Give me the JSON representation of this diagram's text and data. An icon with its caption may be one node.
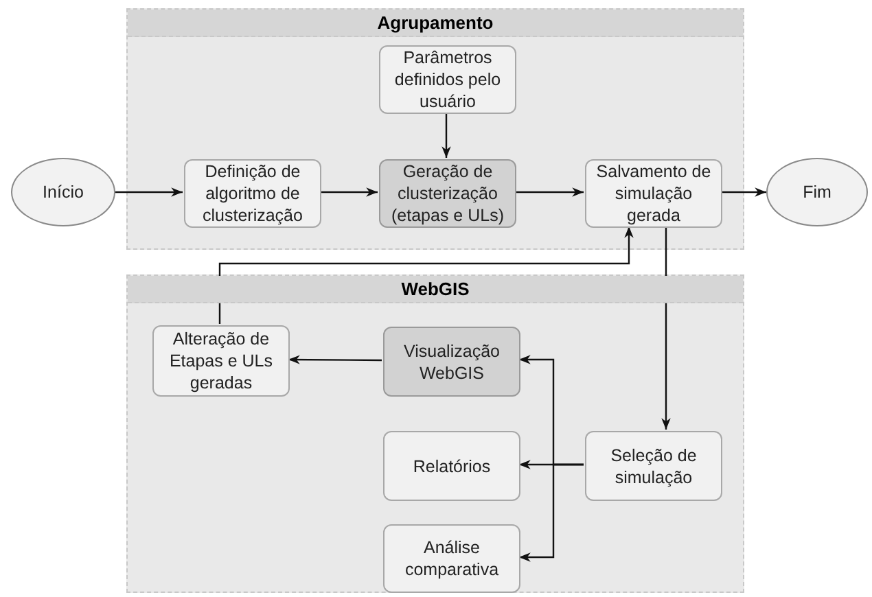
{
  "diagram": {
    "nodes": [
      {
        "text": [
          "Agrupamento"
        ]
      },
      {
        "text": [
          "Parâmetros definidos pelo usuário"
        ],
        "in": 0
      },
      {
        "text": [
          "Início"
        ]
      },
      {
        "text": [
          "Definição de algoritmo de clusterização"
        ],
        "in": 0
      },
      {
        "text": [
          "Geração de clusterização (etapas e ULs)"
        ],
        "in": 0
      },
      {
        "text": [
          "Salvamento de simulação gerada"
        ],
        "in": 0
      },
      {
        "text": [
          "Fim"
        ]
      },
      {
        "text": [
          "WebGIS"
        ]
      },
      {
        "text": [
          "Alteração de Etapas e ULs geradas"
        ],
        "in": 7
      },
      {
        "text": [
          "Visualização WebGIS"
        ],
        "in": 7
      },
      {
        "text": [
          "Relatórios"
        ],
        "in": 7
      },
      {
        "text": [
          "Seleção de simulação"
        ],
        "in": 7
      },
      {
        "text": [
          "Análise comparativa"
        ],
        "in": 7
      }
    ],
    "edges": [
      {
        "from": 2,
        "to": 3,
        "arrow": "to"
      },
      {
        "from": 3,
        "to": 4,
        "arrow": "to"
      },
      {
        "from": 1,
        "to": 4,
        "arrow": "to"
      },
      {
        "from": 4,
        "to": 5,
        "arrow": "to"
      },
      {
        "from": 5,
        "to": 6,
        "arrow": "to"
      },
      {
        "from": 5,
        "to": 11,
        "arrow": "to"
      },
      {
        "from": 8,
        "to": 5,
        "arrow": "to"
      },
      {
        "from": 11,
        "to": 9,
        "arrow": "to"
      },
      {
        "from": 11,
        "to": 10,
        "arrow": "to"
      },
      {
        "from": 11,
        "to": 12,
        "arrow": "to"
      },
      {
        "from": 9,
        "to": 8,
        "arrow": "to"
      }
    ]
  }
}
